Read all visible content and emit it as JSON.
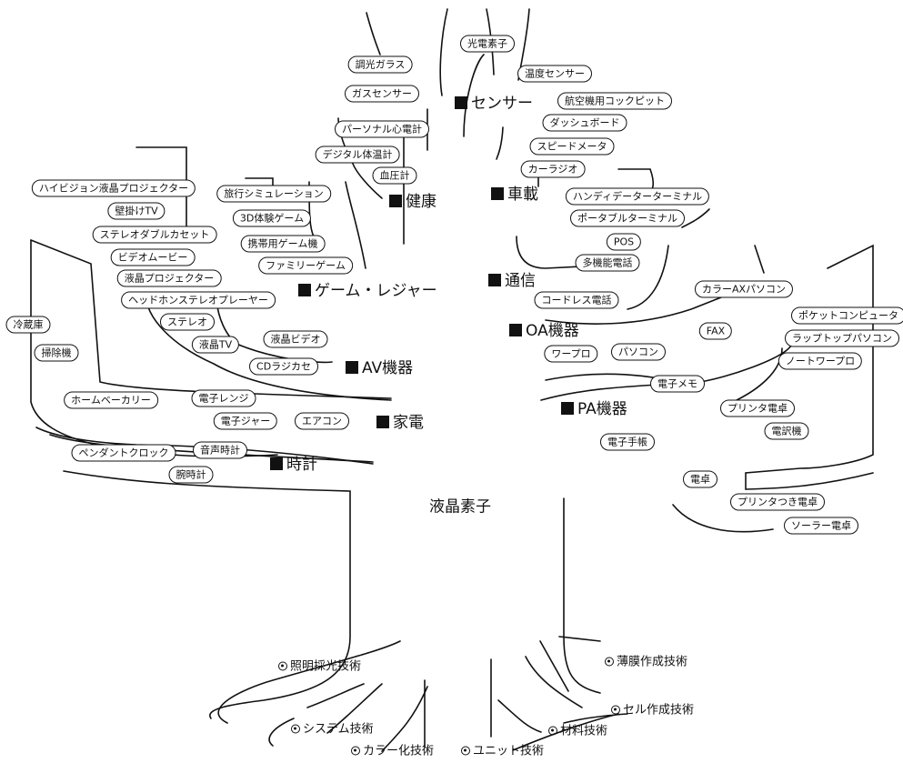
{
  "center": "液晶素子",
  "categories": [
    {
      "id": "sensor",
      "text": "センサー"
    },
    {
      "id": "car",
      "text": "車載"
    },
    {
      "id": "health",
      "text": "健康"
    },
    {
      "id": "comm",
      "text": "通信"
    },
    {
      "id": "game",
      "text": "ゲーム・レジャー"
    },
    {
      "id": "oa",
      "text": "OA機器"
    },
    {
      "id": "av",
      "text": "AV機器"
    },
    {
      "id": "home",
      "text": "家電"
    },
    {
      "id": "pa",
      "text": "PA機器"
    },
    {
      "id": "clock",
      "text": "時計"
    }
  ],
  "items": [
    {
      "id": "kouden",
      "text": "光電素子"
    },
    {
      "id": "choukou",
      "text": "調光ガラス"
    },
    {
      "id": "ondo",
      "text": "温度センサー"
    },
    {
      "id": "gas",
      "text": "ガスセンサー"
    },
    {
      "id": "koukuu",
      "text": "航空機用コックピット"
    },
    {
      "id": "personal",
      "text": "パーソナル心電計"
    },
    {
      "id": "dash",
      "text": "ダッシュボード"
    },
    {
      "id": "digital",
      "text": "デジタル体温計"
    },
    {
      "id": "speed",
      "text": "スピードメータ"
    },
    {
      "id": "ketsuatsu",
      "text": "血圧計"
    },
    {
      "id": "carradio",
      "text": "カーラジオ"
    },
    {
      "id": "hivision",
      "text": "ハイビジョン液晶プロジェクター"
    },
    {
      "id": "ryokou",
      "text": "旅行シミュレーション"
    },
    {
      "id": "handy",
      "text": "ハンディデーターターミナル"
    },
    {
      "id": "kabekake",
      "text": "壁掛けTV"
    },
    {
      "id": "game3d",
      "text": "3D体験ゲーム"
    },
    {
      "id": "portable",
      "text": "ポータブルターミナル"
    },
    {
      "id": "stereocass",
      "text": "ステレオダブルカセット"
    },
    {
      "id": "pos",
      "text": "POS"
    },
    {
      "id": "keitaigame",
      "text": "携帯用ゲーム機"
    },
    {
      "id": "videomovie",
      "text": "ビデオムービー"
    },
    {
      "id": "takinou",
      "text": "多機能電話"
    },
    {
      "id": "family",
      "text": "ファミリーゲーム"
    },
    {
      "id": "ekishoproj",
      "text": "液晶プロジェクター"
    },
    {
      "id": "colorax",
      "text": "カラーAXパソコン"
    },
    {
      "id": "reizouko",
      "text": "冷蔵庫"
    },
    {
      "id": "headphone",
      "text": "ヘッドホンステレオプレーヤー"
    },
    {
      "id": "cordless",
      "text": "コードレス電話"
    },
    {
      "id": "pocket",
      "text": "ポケットコンピュータ"
    },
    {
      "id": "stereo",
      "text": "ステレオ"
    },
    {
      "id": "fax",
      "text": "FAX"
    },
    {
      "id": "laptop",
      "text": "ラップトップパソコン"
    },
    {
      "id": "soujiki",
      "text": "掃除機"
    },
    {
      "id": "ekishotv",
      "text": "液晶TV"
    },
    {
      "id": "ekishovideo",
      "text": "液晶ビデオ"
    },
    {
      "id": "wapuro",
      "text": "ワープロ"
    },
    {
      "id": "pasokon",
      "text": "パソコン"
    },
    {
      "id": "notewapuro",
      "text": "ノートワープロ"
    },
    {
      "id": "cdrajikase",
      "text": "CDラジカセ"
    },
    {
      "id": "denshimemo",
      "text": "電子メモ"
    },
    {
      "id": "homebakery",
      "text": "ホームベーカリー"
    },
    {
      "id": "denshirange",
      "text": "電子レンジ"
    },
    {
      "id": "printadentaku",
      "text": "プリンタ電卓"
    },
    {
      "id": "denshijar",
      "text": "電子ジャー"
    },
    {
      "id": "aircon",
      "text": "エアコン"
    },
    {
      "id": "denyakuki",
      "text": "電訳機"
    },
    {
      "id": "denshitechou",
      "text": "電子手帳"
    },
    {
      "id": "pendant",
      "text": "ペンダントクロック"
    },
    {
      "id": "onsei",
      "text": "音声時計"
    },
    {
      "id": "udedokei",
      "text": "腕時計"
    },
    {
      "id": "dentaku",
      "text": "電卓"
    },
    {
      "id": "printatsuki",
      "text": "プリンタつき電卓"
    },
    {
      "id": "solar",
      "text": "ソーラー電卓"
    }
  ],
  "techniques": [
    {
      "id": "shoumei",
      "text": "照明採光技術"
    },
    {
      "id": "hakumaku",
      "text": "薄膜作成技術"
    },
    {
      "id": "cell",
      "text": "セル作成技術"
    },
    {
      "id": "system",
      "text": "システム技術"
    },
    {
      "id": "zairyou",
      "text": "材料技術"
    },
    {
      "id": "colorka",
      "text": "カラー化技術"
    },
    {
      "id": "unit",
      "text": "ユニット技術"
    }
  ]
}
